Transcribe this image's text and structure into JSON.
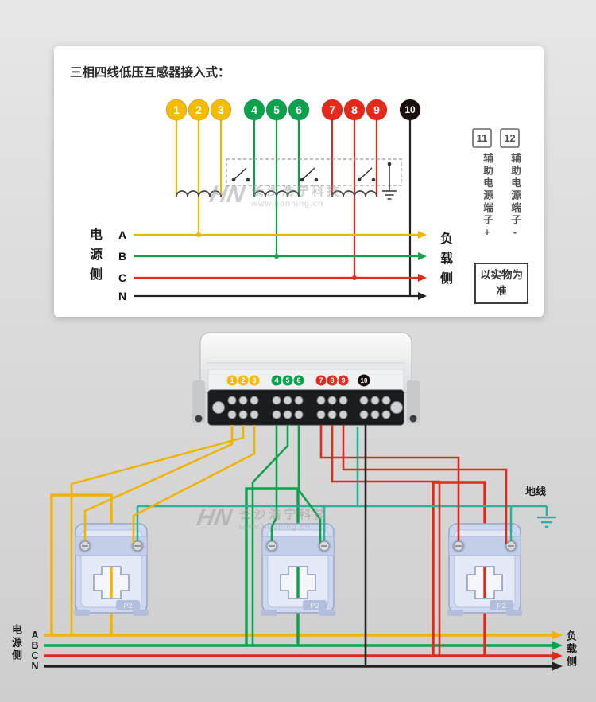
{
  "colors": {
    "yellow": "#efb402",
    "green": "#0ca24c",
    "red": "#e02a1c",
    "teal": "#28b29c",
    "wire_black": "#222222",
    "background": "#dcdcdc"
  },
  "terminals": [
    {
      "label": "1",
      "color": "#f4bb00"
    },
    {
      "label": "2",
      "color": "#f4bb00"
    },
    {
      "label": "3",
      "color": "#f4bb00"
    },
    {
      "label": "4",
      "color": "#0ba24e"
    },
    {
      "label": "5",
      "color": "#0ba24e"
    },
    {
      "label": "6",
      "color": "#0ba24e"
    },
    {
      "label": "7",
      "color": "#e42a1a"
    },
    {
      "label": "8",
      "color": "#e42a1a"
    },
    {
      "label": "9",
      "color": "#e42a1a"
    },
    {
      "label": "10",
      "color": "#1a0f0d"
    }
  ],
  "top_panel": {
    "title": "三相四线低压互感器接入式：",
    "phase_labels": [
      "A",
      "B",
      "C",
      "N"
    ],
    "source_side": "电源侧",
    "load_side": "负载侧",
    "aux_terminals": [
      {
        "number": "11",
        "label": "辅助电源端子+"
      },
      {
        "number": "12",
        "label": "辅助电源端子-"
      }
    ],
    "disclaimer": "以实物为准"
  },
  "bottom": {
    "phase_labels": [
      "A",
      "B",
      "C",
      "N"
    ],
    "source_side": "电源侧",
    "load_side": "负载侧",
    "ground_label": "地线",
    "ct_label": "P2"
  },
  "watermark": {
    "logo": "HN",
    "company": "长沙浩宁科技",
    "site": "www.hooning.cn"
  }
}
